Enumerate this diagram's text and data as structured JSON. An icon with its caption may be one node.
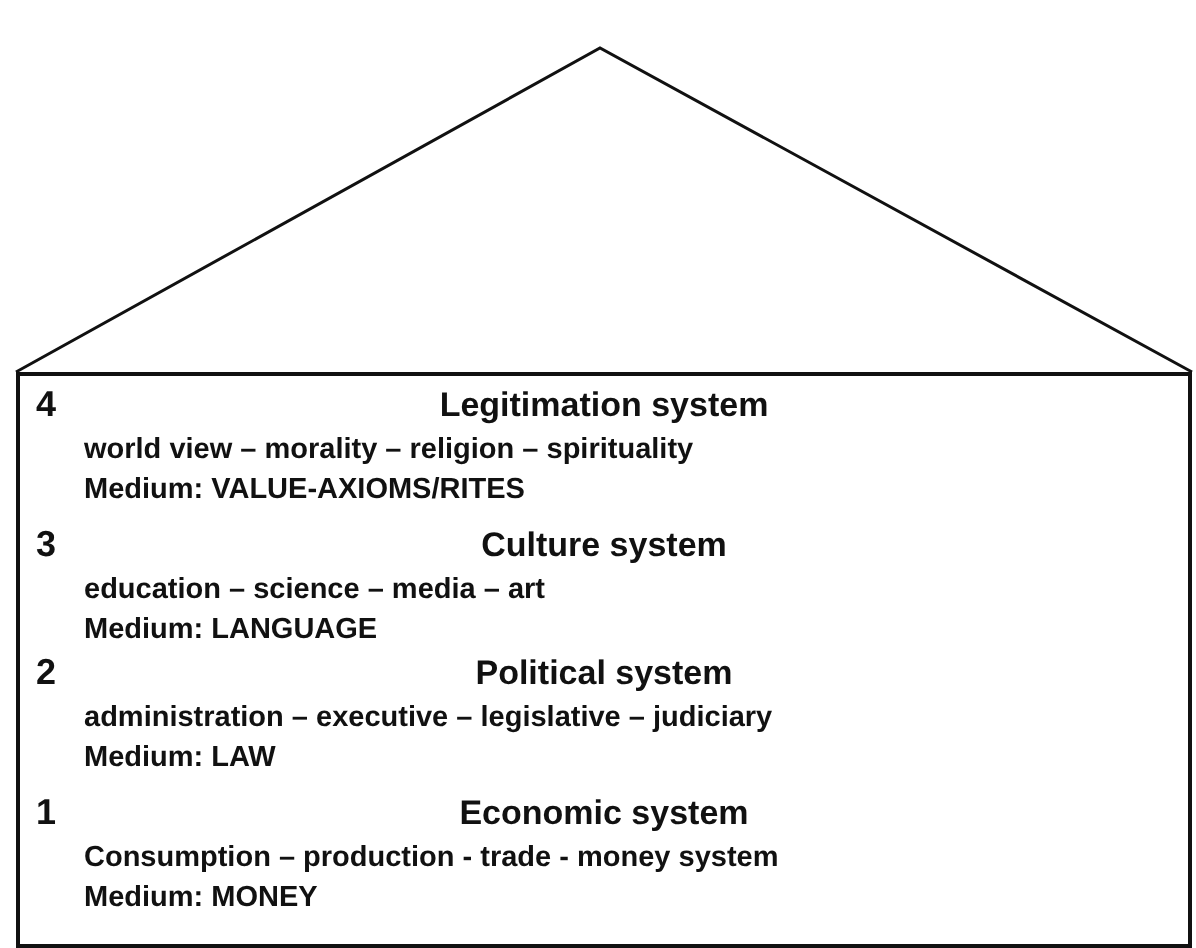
{
  "diagram": {
    "nodes": [
      {
        "text": [
          "4",
          "Legitimation system",
          "world view – morality – religion – spirituality",
          "Medium: VALUE-AXIOMS/RITES"
        ]
      },
      {
        "text": [
          "3",
          "Culture system",
          "education – science – media – art",
          "Medium: LANGUAGE"
        ]
      },
      {
        "text": [
          "2",
          "Political system",
          "administration – executive – legislative – judiciary",
          "Medium: LAW"
        ]
      },
      {
        "text": [
          "1",
          "Economic system",
          "Consumption – production - trade - money system",
          "Medium: MONEY"
        ]
      }
    ],
    "edges": []
  }
}
